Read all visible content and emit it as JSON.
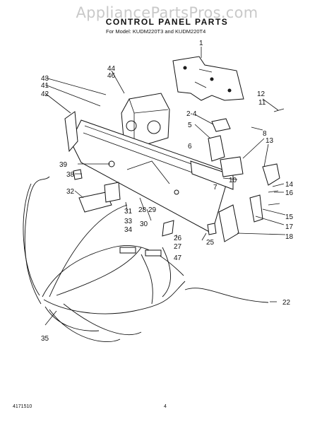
{
  "watermark": "AppliancePartsPros.com",
  "title": "CONTROL PANEL PARTS",
  "subtitle": "For Model: KUDM220T3 and KUDM220T4",
  "footer": {
    "code": "4171510",
    "page": "4"
  },
  "callouts": [
    "1",
    "2-4",
    "5",
    "6",
    "7",
    "8",
    "10",
    "11",
    "12",
    "13",
    "14",
    "15",
    "16",
    "17",
    "18",
    "22",
    "25",
    "26",
    "27",
    "28",
    "29",
    "30",
    "31",
    "32",
    "33",
    "34",
    "35",
    "38",
    "39",
    "41",
    "42",
    "43",
    "44",
    "46",
    "47"
  ]
}
